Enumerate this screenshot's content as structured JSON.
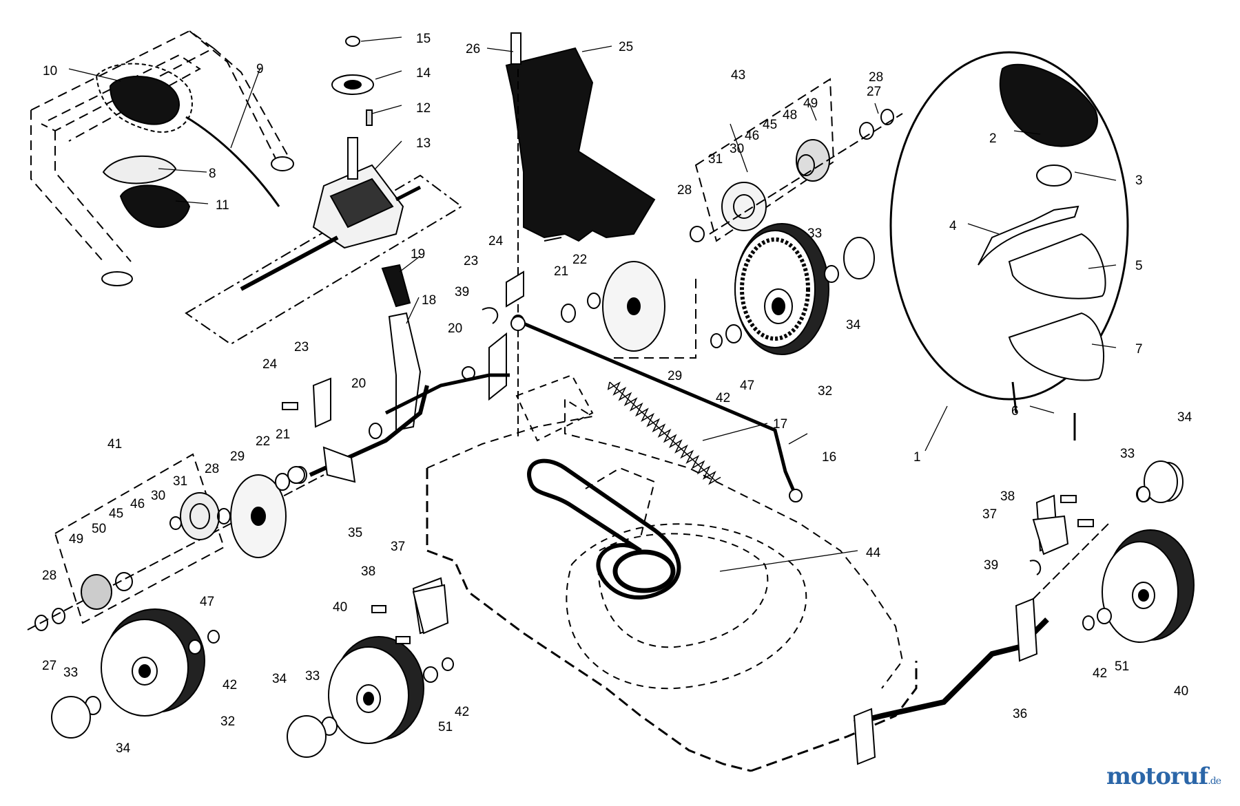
{
  "figure": {
    "callouts": [
      "1",
      "2",
      "3",
      "4",
      "5",
      "6",
      "7",
      "8",
      "9",
      "10",
      "11",
      "12",
      "13",
      "14",
      "15",
      "16",
      "17",
      "18",
      "19",
      "20",
      "20",
      "21",
      "21",
      "22",
      "22",
      "23",
      "23",
      "24",
      "24",
      "25",
      "26",
      "27",
      "27",
      "28",
      "28",
      "28",
      "28",
      "29",
      "29",
      "30",
      "30",
      "31",
      "31",
      "32",
      "32",
      "33",
      "33",
      "33",
      "33",
      "34",
      "34",
      "34",
      "34",
      "35",
      "36",
      "37",
      "37",
      "38",
      "38",
      "39",
      "39",
      "40",
      "40",
      "41",
      "42",
      "42",
      "42",
      "42",
      "43",
      "44",
      "45",
      "45",
      "46",
      "46",
      "47",
      "47",
      "48",
      "49",
      "49",
      "50",
      "51",
      "51"
    ]
  },
  "watermark": {
    "brand": "motoruf",
    "tld": ".de",
    "color": "#2b66a8"
  }
}
